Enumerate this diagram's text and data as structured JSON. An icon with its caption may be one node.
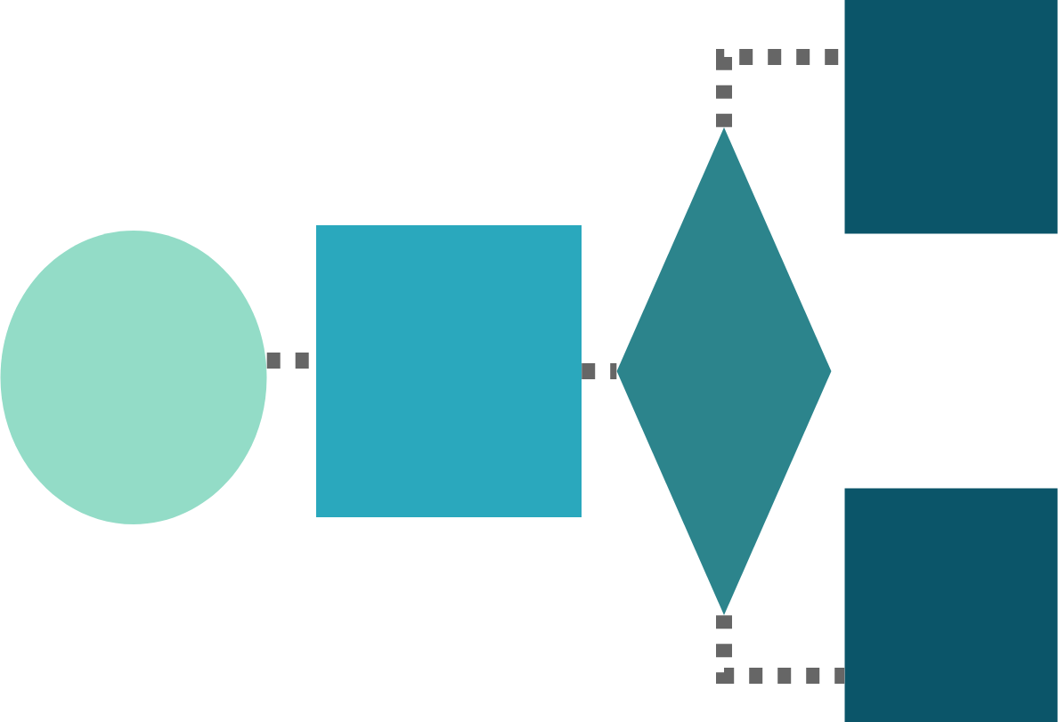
{
  "diagram": {
    "nodes": [
      {
        "text": [],
        "shape": "circle"
      },
      {
        "text": [],
        "shape": "box"
      },
      {
        "text": [],
        "shape": "diamond"
      },
      {
        "text": [],
        "shape": "box"
      },
      {
        "text": [],
        "shape": "box"
      }
    ],
    "edges": [
      {
        "from": 0,
        "to": 1,
        "arrow": "none",
        "style": "dashed"
      },
      {
        "from": 1,
        "to": 2,
        "arrow": "none",
        "style": "dashed"
      },
      {
        "from": 2,
        "to": 3,
        "arrow": "none",
        "style": "dashed"
      },
      {
        "from": 2,
        "to": 4,
        "arrow": "none",
        "style": "dashed"
      }
    ]
  }
}
